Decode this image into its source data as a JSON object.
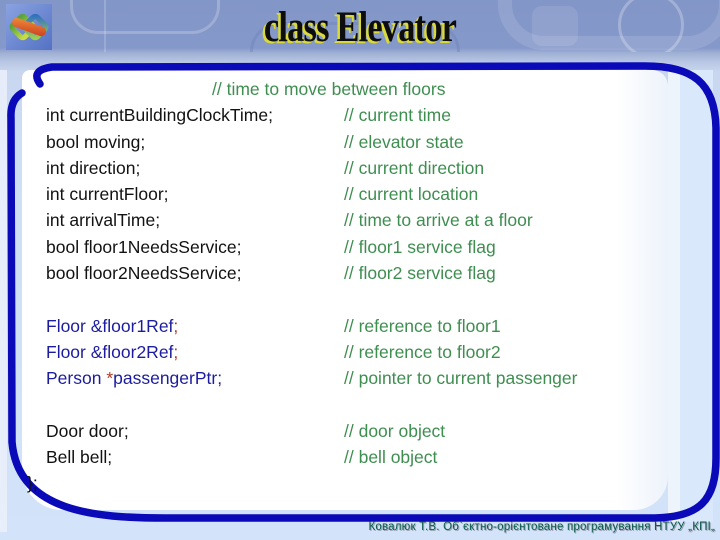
{
  "slide": {
    "title": "class Elevator",
    "footer": "Ковалюк Т.В. Об`єктно-орієнтоване програмування НТУУ „КПІ„"
  },
  "icons": {
    "logo": "visual-studio-infinity-logo"
  },
  "colors": {
    "comment-green": "#3e8e50",
    "code-navy": "#1c1c9e",
    "punct-red": "#b03a28",
    "code-black": "#121212",
    "border-navy": "#0a0ab8",
    "title-shadow": "#d9d93a",
    "footer-teal": "#0d5a49",
    "header-blue": "#8396c8",
    "panel-white": "#ffffff"
  },
  "code": {
    "rows": [
      {
        "segments": [],
        "comment": "// time to move between floors",
        "lead": true
      },
      {
        "segments": [
          {
            "text": "int currentBuildingClockTime;",
            "color": "black"
          }
        ],
        "comment": "// current time"
      },
      {
        "segments": [
          {
            "text": "bool moving;",
            "color": "black"
          }
        ],
        "comment": "// elevator state"
      },
      {
        "segments": [
          {
            "text": "int direction;",
            "color": "black"
          }
        ],
        "comment": "// current direction"
      },
      {
        "segments": [
          {
            "text": "int currentFloor;",
            "color": "black"
          }
        ],
        "comment": "// current location"
      },
      {
        "segments": [
          {
            "text": "int arrivalTime;",
            "color": "black"
          }
        ],
        "comment": "// time to arrive at a floor"
      },
      {
        "segments": [
          {
            "text": "bool floor1NeedsService;",
            "color": "black"
          }
        ],
        "comment": "// floor1 service flag"
      },
      {
        "segments": [
          {
            "text": "bool floor2NeedsService;",
            "color": "black"
          }
        ],
        "comment": "// floor2 service flag"
      },
      {
        "segments": [],
        "comment": ""
      },
      {
        "segments": [
          {
            "text": "Floor &floor1Ref",
            "color": "navy"
          },
          {
            "text": ";",
            "color": "red"
          }
        ],
        "comment": "// reference to floor1"
      },
      {
        "segments": [
          {
            "text": "Floor &floor2Ref",
            "color": "navy"
          },
          {
            "text": ";",
            "color": "red"
          }
        ],
        "comment": "// reference to floor2"
      },
      {
        "segments": [
          {
            "text": "Person ",
            "color": "navy"
          },
          {
            "text": "*",
            "color": "red"
          },
          {
            "text": "passengerPtr;",
            "color": "navy"
          }
        ],
        "comment": "// pointer to current passenger"
      },
      {
        "segments": [],
        "comment": ""
      },
      {
        "segments": [
          {
            "text": "Door door;",
            "color": "black"
          }
        ],
        "comment": "// door object"
      },
      {
        "segments": [
          {
            "text": "Bell bell;",
            "color": "black"
          }
        ],
        "comment": "// bell object"
      },
      {
        "segments": [
          {
            "text": "};",
            "color": "black"
          }
        ],
        "comment": "",
        "outdent": true
      }
    ]
  }
}
